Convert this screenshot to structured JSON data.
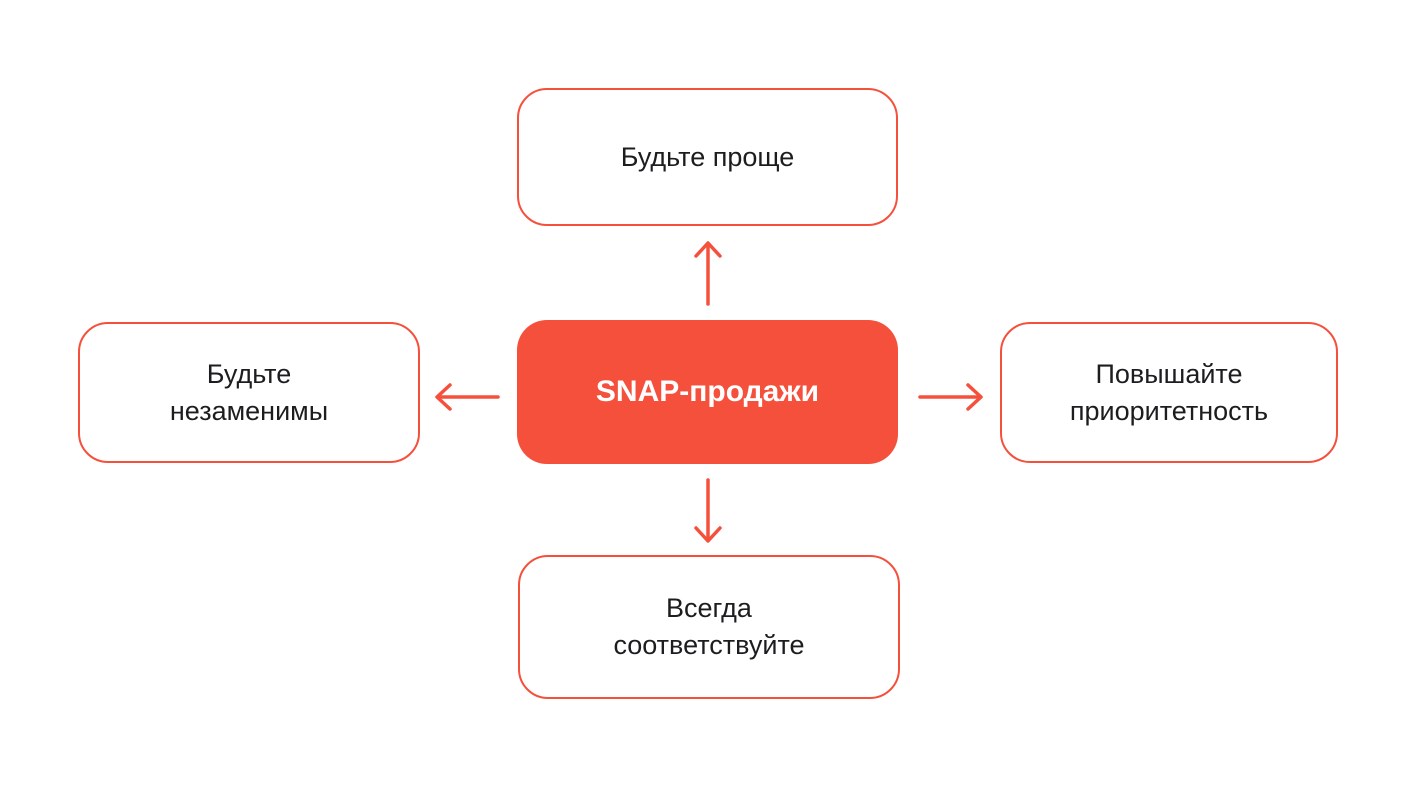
{
  "diagram": {
    "type": "mind-map",
    "center": {
      "label": "SNAP-продажи"
    },
    "nodes": {
      "top": {
        "label": "Будьте проще"
      },
      "left": {
        "label": "Будьте\nнезаменимы"
      },
      "right": {
        "label": "Повышайте\nприоритетность"
      },
      "bottom": {
        "label": "Всегда\nсоответствуйте"
      }
    },
    "connections": [
      {
        "from": "center",
        "to": "top",
        "direction": "up"
      },
      {
        "from": "center",
        "to": "left",
        "direction": "left"
      },
      {
        "from": "center",
        "to": "right",
        "direction": "right"
      },
      {
        "from": "center",
        "to": "bottom",
        "direction": "down"
      }
    ],
    "colors": {
      "accent": "#F5503C",
      "text": "#1D1D1F",
      "background": "#FFFFFF",
      "center_text": "#FFFFFF"
    }
  }
}
